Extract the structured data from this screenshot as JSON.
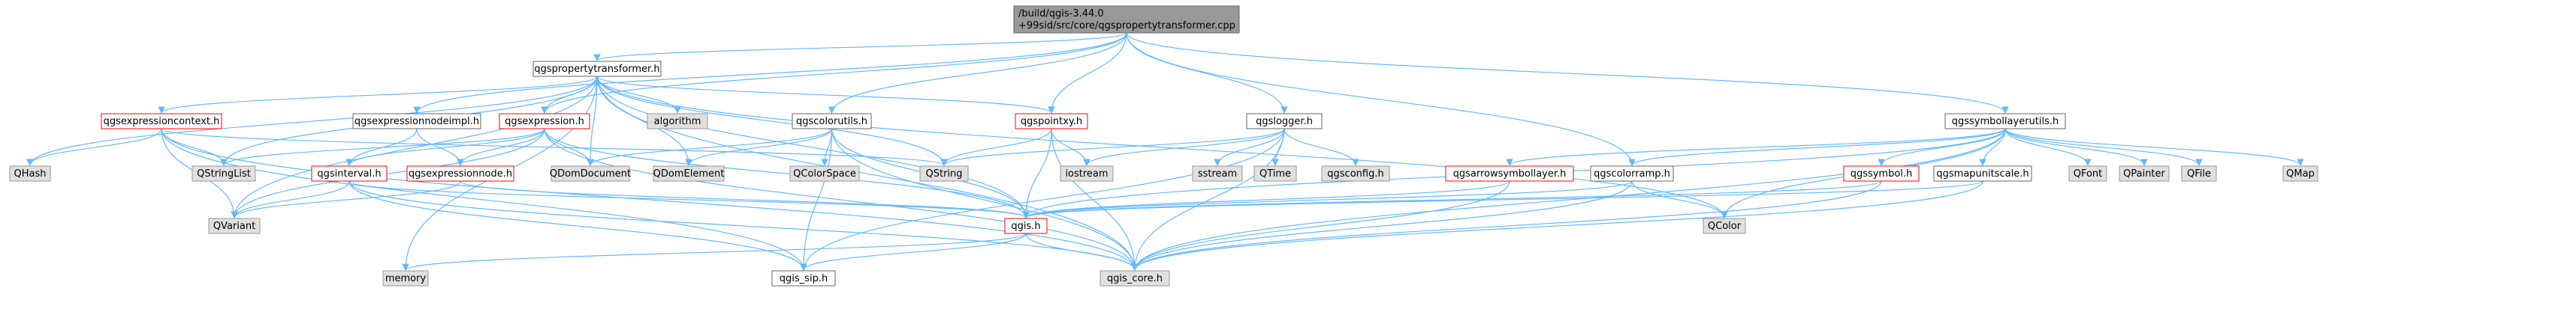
{
  "title": "",
  "palette": {
    "root_fill": "#999999",
    "file_fill": "#ffffff",
    "red_border": "#ff0000",
    "grey_border": "#666666",
    "external_fill": "#e0e0e0",
    "external_border": "#999999",
    "edge": "#63b8ff"
  },
  "nodes": {
    "root": {
      "lines": [
        "/build/qgis-3.44.0",
        "+99sid/src/core/qgspropertytransformer.cpp"
      ],
      "kind": "root"
    },
    "transformer_h": {
      "lines": [
        "qgspropertytransformer.h"
      ],
      "kind": "file"
    },
    "exprcontext_h": {
      "lines": [
        "qgsexpressioncontext.h"
      ],
      "kind": "file-red"
    },
    "exprnodeimpl_h": {
      "lines": [
        "qgsexpressionnodeimpl.h"
      ],
      "kind": "file"
    },
    "expression_h": {
      "lines": [
        "qgsexpression.h"
      ],
      "kind": "file-red"
    },
    "algorithm": {
      "lines": [
        "algorithm"
      ],
      "kind": "ext"
    },
    "colorutils_h": {
      "lines": [
        "qgscolorutils.h"
      ],
      "kind": "file"
    },
    "pointxy_h": {
      "lines": [
        "qgspointxy.h"
      ],
      "kind": "file-red"
    },
    "logger_h": {
      "lines": [
        "qgslogger.h"
      ],
      "kind": "file"
    },
    "symbollayerutils_h": {
      "lines": [
        "qgssymbollayerutils.h"
      ],
      "kind": "file"
    },
    "QHash": {
      "lines": [
        "QHash"
      ],
      "kind": "ext"
    },
    "QStringList": {
      "lines": [
        "QStringList"
      ],
      "kind": "ext"
    },
    "interval_h": {
      "lines": [
        "qgsinterval.h"
      ],
      "kind": "file-red"
    },
    "exprnode_h": {
      "lines": [
        "qgsexpressionnode.h"
      ],
      "kind": "file-red"
    },
    "QDomDocument": {
      "lines": [
        "QDomDocument"
      ],
      "kind": "ext"
    },
    "QDomElement": {
      "lines": [
        "QDomElement"
      ],
      "kind": "ext"
    },
    "QColorSpace": {
      "lines": [
        "QColorSpace"
      ],
      "kind": "ext"
    },
    "QString": {
      "lines": [
        "QString"
      ],
      "kind": "ext"
    },
    "iostream": {
      "lines": [
        "iostream"
      ],
      "kind": "ext"
    },
    "sstream": {
      "lines": [
        "sstream"
      ],
      "kind": "ext"
    },
    "QTime": {
      "lines": [
        "QTime"
      ],
      "kind": "ext"
    },
    "qgsconfig_h": {
      "lines": [
        "qgsconfig.h"
      ],
      "kind": "ext"
    },
    "arrowsymbollayer_h": {
      "lines": [
        "qgsarrowsymbollayer.h"
      ],
      "kind": "file-red"
    },
    "colorramp_h": {
      "lines": [
        "qgscolorramp.h"
      ],
      "kind": "file"
    },
    "symbol_h": {
      "lines": [
        "qgssymbol.h"
      ],
      "kind": "file-red"
    },
    "mapunitscale_h": {
      "lines": [
        "qgsmapunitscale.h"
      ],
      "kind": "file"
    },
    "QFont": {
      "lines": [
        "QFont"
      ],
      "kind": "ext"
    },
    "QPainter": {
      "lines": [
        "QPainter"
      ],
      "kind": "ext"
    },
    "QFile": {
      "lines": [
        "QFile"
      ],
      "kind": "ext"
    },
    "QMap": {
      "lines": [
        "QMap"
      ],
      "kind": "ext"
    },
    "QVariant": {
      "lines": [
        "QVariant"
      ],
      "kind": "ext"
    },
    "QColor": {
      "lines": [
        "QColor"
      ],
      "kind": "ext"
    },
    "qgis_h": {
      "lines": [
        "qgis.h"
      ],
      "kind": "file-red"
    },
    "memory": {
      "lines": [
        "memory"
      ],
      "kind": "ext"
    },
    "qgis_sip_h": {
      "lines": [
        "qgis_sip.h"
      ],
      "kind": "file"
    },
    "qgis_core_h": {
      "lines": [
        "qgis_core.h"
      ],
      "kind": "ext"
    }
  },
  "edges": [
    [
      "root",
      "transformer_h"
    ],
    [
      "root",
      "exprnodeimpl_h"
    ],
    [
      "root",
      "expression_h"
    ],
    [
      "root",
      "colorutils_h"
    ],
    [
      "root",
      "pointxy_h"
    ],
    [
      "root",
      "logger_h"
    ],
    [
      "root",
      "symbollayerutils_h"
    ],
    [
      "root",
      "colorramp_h"
    ],
    [
      "transformer_h",
      "exprcontext_h"
    ],
    [
      "transformer_h",
      "expression_h"
    ],
    [
      "transformer_h",
      "algorithm"
    ],
    [
      "transformer_h",
      "pointxy_h"
    ],
    [
      "transformer_h",
      "QHash"
    ],
    [
      "transformer_h",
      "QStringList"
    ],
    [
      "transformer_h",
      "QDomDocument"
    ],
    [
      "transformer_h",
      "QDomElement"
    ],
    [
      "transformer_h",
      "QString"
    ],
    [
      "transformer_h",
      "QVariant"
    ],
    [
      "transformer_h",
      "QColor"
    ],
    [
      "transformer_h",
      "qgis_h"
    ],
    [
      "transformer_h",
      "memory"
    ],
    [
      "transformer_h",
      "qgis_core_h"
    ],
    [
      "exprcontext_h",
      "QHash"
    ],
    [
      "exprcontext_h",
      "QStringList"
    ],
    [
      "exprcontext_h",
      "QString"
    ],
    [
      "exprcontext_h",
      "QVariant"
    ],
    [
      "exprcontext_h",
      "qgis_sip_h"
    ],
    [
      "exprcontext_h",
      "qgis_core_h"
    ],
    [
      "exprnodeimpl_h",
      "interval_h"
    ],
    [
      "exprnodeimpl_h",
      "exprnode_h"
    ],
    [
      "expression_h",
      "QStringList"
    ],
    [
      "expression_h",
      "interval_h"
    ],
    [
      "expression_h",
      "exprnode_h"
    ],
    [
      "expression_h",
      "QDomDocument"
    ],
    [
      "expression_h",
      "QVariant"
    ],
    [
      "expression_h",
      "qgis_h"
    ],
    [
      "expression_h",
      "qgis_core_h"
    ],
    [
      "interval_h",
      "QVariant"
    ],
    [
      "interval_h",
      "qgis_h"
    ],
    [
      "interval_h",
      "qgis_sip_h"
    ],
    [
      "interval_h",
      "qgis_core_h"
    ],
    [
      "exprnode_h",
      "QVariant"
    ],
    [
      "exprnode_h",
      "qgis_h"
    ],
    [
      "colorutils_h",
      "QDomDocument"
    ],
    [
      "colorutils_h",
      "QDomElement"
    ],
    [
      "colorutils_h",
      "QColorSpace"
    ],
    [
      "colorutils_h",
      "qgis_h"
    ],
    [
      "colorutils_h",
      "qgis_sip_h"
    ],
    [
      "colorutils_h",
      "qgis_core_h"
    ],
    [
      "pointxy_h",
      "QString"
    ],
    [
      "pointxy_h",
      "iostream"
    ],
    [
      "pointxy_h",
      "qgis_h"
    ],
    [
      "pointxy_h",
      "qgis_core_h"
    ],
    [
      "logger_h",
      "QString"
    ],
    [
      "logger_h",
      "iostream"
    ],
    [
      "logger_h",
      "sstream"
    ],
    [
      "logger_h",
      "QTime"
    ],
    [
      "logger_h",
      "qgsconfig_h"
    ],
    [
      "logger_h",
      "qgis_sip_h"
    ],
    [
      "logger_h",
      "qgis_core_h"
    ],
    [
      "symbollayerutils_h",
      "arrowsymbollayer_h"
    ],
    [
      "symbollayerutils_h",
      "colorramp_h"
    ],
    [
      "symbollayerutils_h",
      "symbol_h"
    ],
    [
      "symbollayerutils_h",
      "mapunitscale_h"
    ],
    [
      "symbollayerutils_h",
      "QFont"
    ],
    [
      "symbollayerutils_h",
      "QPainter"
    ],
    [
      "symbollayerutils_h",
      "QFile"
    ],
    [
      "symbollayerutils_h",
      "QMap"
    ],
    [
      "symbollayerutils_h",
      "QColor"
    ],
    [
      "symbollayerutils_h",
      "qgis_h"
    ],
    [
      "symbollayerutils_h",
      "qgis_core_h"
    ],
    [
      "arrowsymbollayer_h",
      "qgis_h"
    ],
    [
      "arrowsymbollayer_h",
      "qgis_core_h"
    ],
    [
      "colorramp_h",
      "QColor"
    ],
    [
      "colorramp_h",
      "qgis_h"
    ],
    [
      "colorramp_h",
      "qgis_core_h"
    ],
    [
      "symbol_h",
      "qgis_h"
    ],
    [
      "symbol_h",
      "qgis_core_h"
    ],
    [
      "mapunitscale_h",
      "qgis_h"
    ],
    [
      "mapunitscale_h",
      "qgis_core_h"
    ],
    [
      "qgis_h",
      "memory"
    ],
    [
      "qgis_h",
      "qgis_sip_h"
    ],
    [
      "qgis_h",
      "qgis_core_h"
    ]
  ]
}
